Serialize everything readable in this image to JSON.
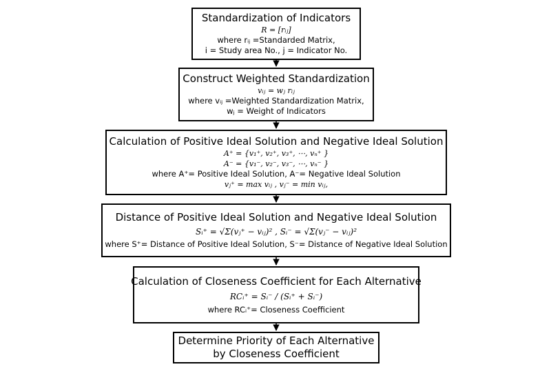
{
  "steps": [
    {
      "title": "Standardization of Indicators",
      "lines": [
        {
          "kind": "eq",
          "text": "R = [rᵢⱼ]"
        },
        {
          "kind": "txt",
          "text": "where rᵢⱼ =Standarded Matrix,"
        },
        {
          "kind": "txt",
          "text": "i = Study area No., j = Indicator No."
        }
      ]
    },
    {
      "title": "Construct Weighted Standardization",
      "lines": [
        {
          "kind": "eq",
          "text": "vᵢⱼ = wⱼ rᵢⱼ"
        },
        {
          "kind": "txt",
          "text": "where vᵢⱼ =Weighted Standardization Matrix,"
        },
        {
          "kind": "txt",
          "text": "wⱼ = Weight of Indicators"
        }
      ]
    },
    {
      "title": "Calculation of Positive Ideal Solution and Negative Ideal Solution",
      "lines": [
        {
          "kind": "eq",
          "text": "A⁺ = {v₁⁺, v₂⁺, v₃⁺, ⋯, vₙ⁺ }"
        },
        {
          "kind": "eq",
          "text": "A⁻ = {v₁⁻, v₂⁻, v₃⁻, ⋯, vₙ⁻ }"
        },
        {
          "kind": "txt",
          "text": "where A⁺= Positive Ideal Solution, A⁻= Negative Ideal Solution"
        },
        {
          "kind": "eq",
          "text": "vⱼ⁺ = max vᵢⱼ ,  vⱼ⁻ = min vᵢⱼ,"
        }
      ]
    },
    {
      "title": "Distance of Positive Ideal Solution and Negative Ideal Solution",
      "lines": [
        {
          "kind": "eq",
          "text": "Sᵢ⁺ = √Σ(vⱼ⁺ − vᵢⱼ)² ,  Sᵢ⁻ = √Σ(vⱼ⁻ − vᵢⱼ)²"
        },
        {
          "kind": "txt",
          "text": "where S⁺= Distance of Positive Ideal Solution, S⁻= Distance of Negative Ideal Solution"
        }
      ]
    },
    {
      "title": "Calculation of Closeness Coefficient for Each Alternative",
      "lines": [
        {
          "kind": "eq",
          "text": "RCᵢ⁺ = Sᵢ⁻ / (Sᵢ⁺ + Sᵢ⁻)"
        },
        {
          "kind": "txt",
          "text": "where RCᵢ⁺= Closeness Coefficient"
        }
      ]
    },
    {
      "title": "Determine Priority of Each Alternative",
      "lines": [
        {
          "kind": "title",
          "text": "by Closeness Coefficient"
        }
      ]
    }
  ]
}
